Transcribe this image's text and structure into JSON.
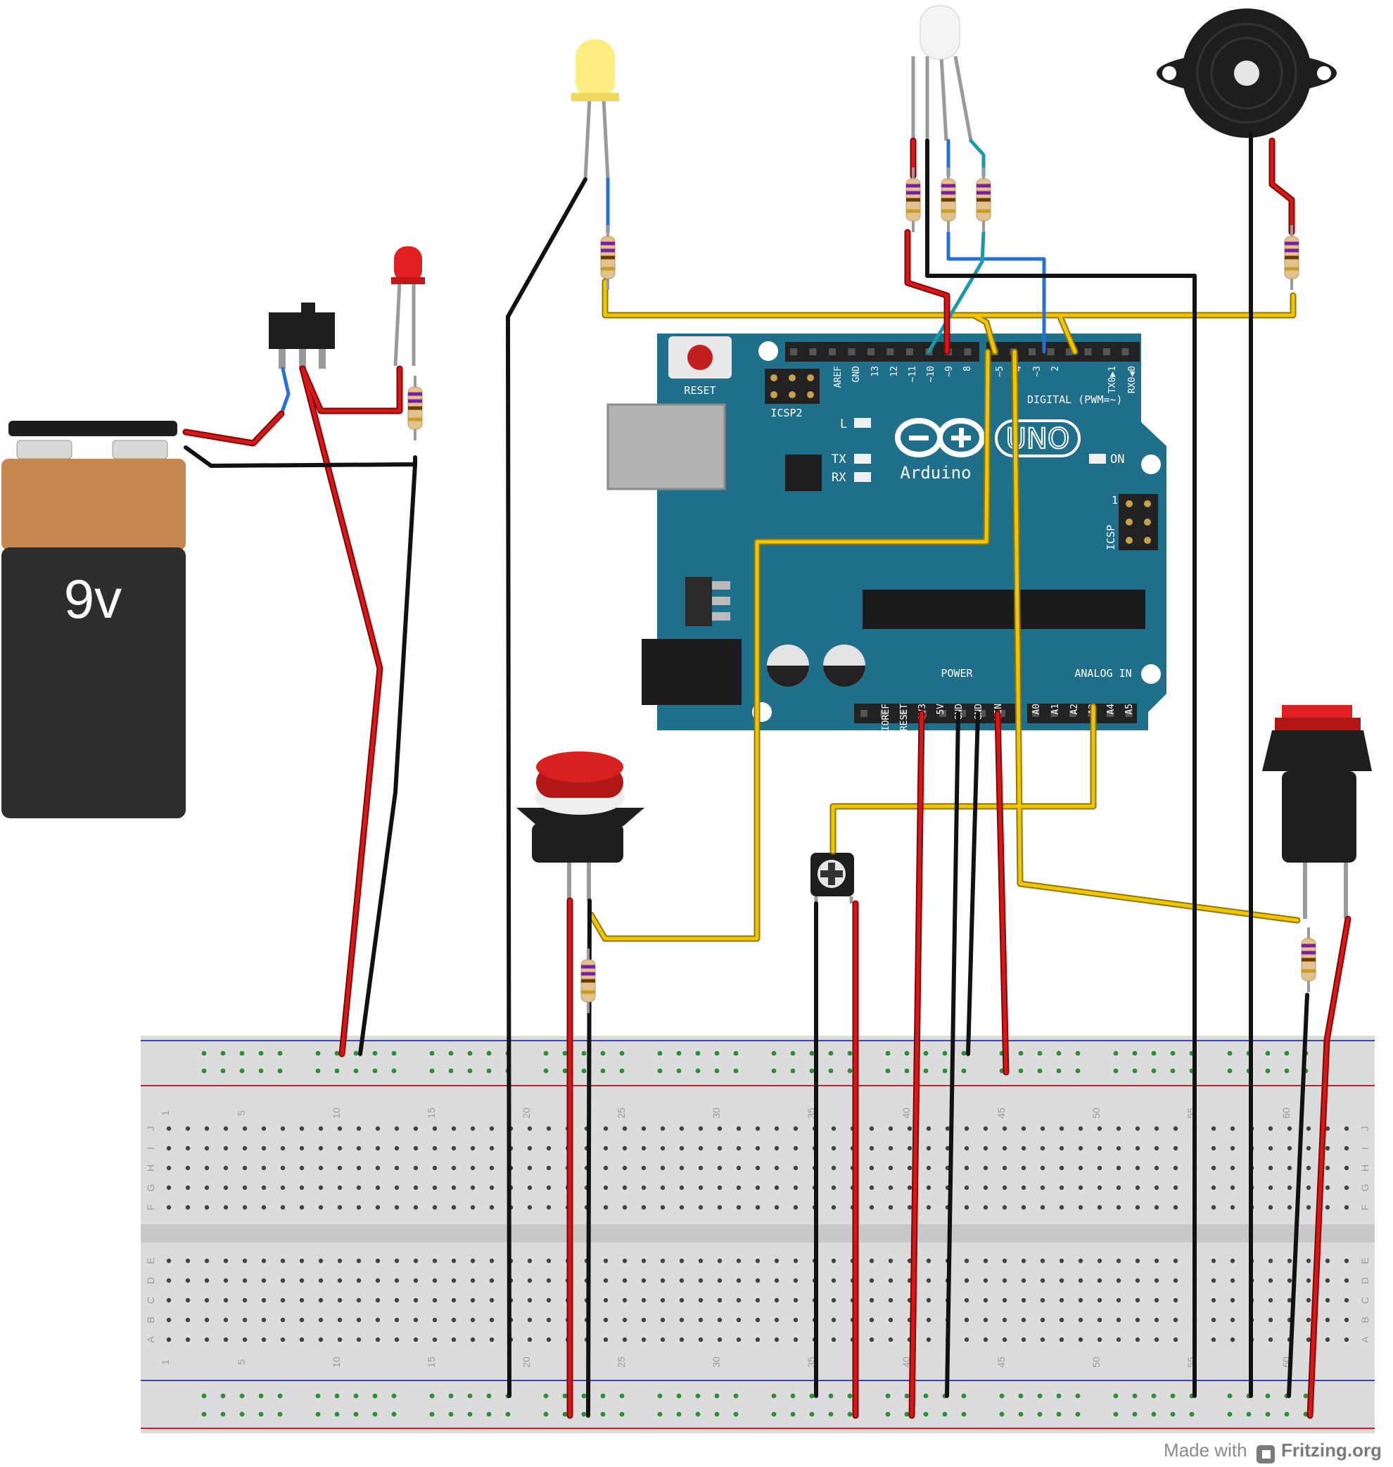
{
  "battery": {
    "label": "9v"
  },
  "arduino": {
    "logo": "Arduino",
    "model": "UNO",
    "reset": "RESET",
    "icsp2": "ICSP2",
    "icsp": "ICSP",
    "icsp_pin": "1",
    "led_l": "L",
    "led_tx": "TX",
    "led_rx": "RX",
    "led_on": "ON",
    "digital_label": "DIGITAL (PWM=~)",
    "power_label": "POWER",
    "analog_label": "ANALOG IN",
    "digital_pins": [
      "AREF",
      "GND",
      "13",
      "12",
      "~11",
      "~10",
      "~9",
      "8",
      "~5",
      "4",
      "~3",
      "2",
      "TX0▶1",
      "RX0◀0"
    ],
    "power_pins": [
      "IOREF",
      "RESET",
      "3V3",
      "5V",
      "GND",
      "GND",
      "VIN"
    ],
    "analog_pins": [
      "A0",
      "A1",
      "A2",
      "A3",
      "A4",
      "A5"
    ]
  },
  "breadboard": {
    "col_numbers": [
      "1",
      "5",
      "10",
      "15",
      "20",
      "25",
      "30",
      "35",
      "40",
      "45",
      "50",
      "55",
      "60"
    ],
    "row_letters_top": [
      "J",
      "I",
      "H",
      "G",
      "F"
    ],
    "row_letters_bottom": [
      "E",
      "D",
      "C",
      "B",
      "A"
    ]
  },
  "footer": {
    "made_with": "Made with",
    "brand": "Fritzing.org"
  },
  "colors": {
    "board": "#1f6f8b",
    "wire_red": "#d11a1a",
    "wire_black": "#1a1a1a",
    "wire_yellow": "#f2c500",
    "wire_blue": "#2a6fd6"
  }
}
